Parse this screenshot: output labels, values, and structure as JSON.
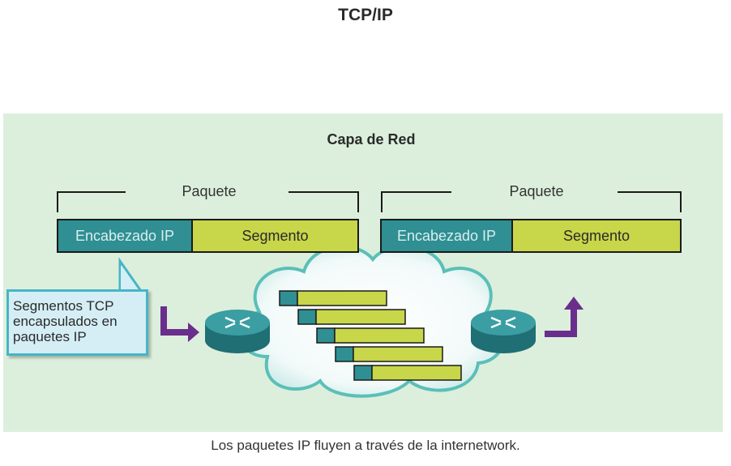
{
  "title": "TCP/IP",
  "layer_label": "Capa de Red",
  "packets": [
    {
      "label": "Paquete",
      "header": "Encabezado IP",
      "segment": "Segmento"
    },
    {
      "label": "Paquete",
      "header": "Encabezado IP",
      "segment": "Segmento"
    }
  ],
  "callout": "Segmentos TCP\nencapsulados en\npaquetes IP",
  "caption": "Los paquetes IP fluyen a través de la internetwork.",
  "colors": {
    "panel": "#dcefdc",
    "ip_header": "#2f8f92",
    "segment": "#c8d64a",
    "arrow": "#6a2e8c",
    "cloud_edge": "#5bbfb8"
  }
}
